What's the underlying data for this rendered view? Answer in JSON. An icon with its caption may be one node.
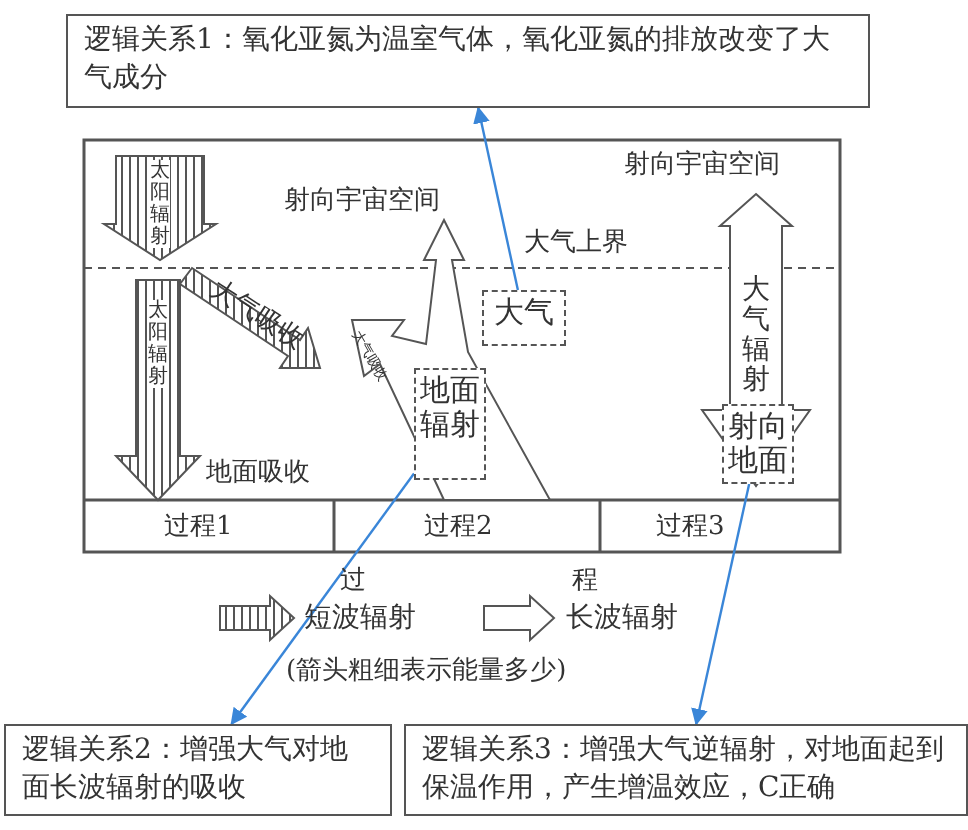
{
  "diagram": {
    "nodes": [
      {
        "text": [
          "逻辑关系1：氧化亚氮为温室气体，氧化亚氮的排放改变了大气成分"
        ]
      },
      {
        "text": [
          "大气"
        ]
      },
      {
        "text": [
          "地面辐射"
        ]
      },
      {
        "text": [
          "射向地面"
        ]
      },
      {
        "text": [
          "逻辑关系2：增强大气对地面长波辐射的吸收"
        ]
      },
      {
        "text": [
          "逻辑关系3：增强大气逆辐射，对地面起到保温作用，产生增温效应，C正确"
        ]
      }
    ],
    "edges": [
      {
        "from": 1,
        "to": 0,
        "arrow": "to",
        "color": "#3a86d8"
      },
      {
        "from": 2,
        "to": 4,
        "arrow": "to",
        "color": "#3a86d8"
      },
      {
        "from": 3,
        "to": 5,
        "arrow": "to",
        "color": "#3a86d8"
      },
      {
        "from": 2,
        "to": null,
        "arrow": "to"
      }
    ],
    "labels": [
      "太阳辐射",
      "射向宇宙空间",
      "射向宇宙空间",
      "大气上界",
      "太阳辐射",
      "大气吸收",
      "大气吸收",
      "大气辐射",
      "地面吸收",
      "过程1",
      "过程2",
      "过程3",
      "过",
      "程",
      "(箭头粗细表示能量多少)"
    ],
    "legend": [
      {
        "text": "短波辐射"
      },
      {
        "text": "长波辐射"
      }
    ]
  }
}
